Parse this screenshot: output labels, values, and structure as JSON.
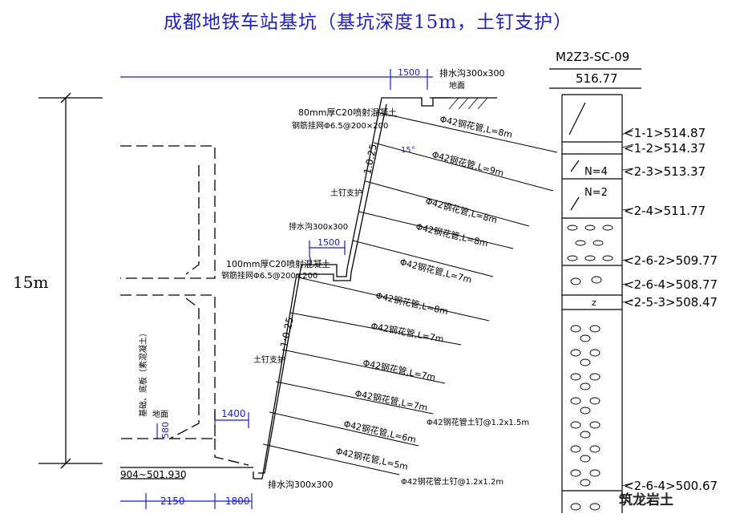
{
  "title": "成都地铁车站基坑（基坑深度15m，土钉支护）",
  "depth_label": "15m",
  "watermark": "筑龙岩土",
  "borehole": {
    "id": "M2Z3-SC-09",
    "top_elev": "516.77",
    "layers": [
      {
        "code": "<1-1>",
        "elev": "514.87"
      },
      {
        "code": "<1-2>",
        "elev": "514.37"
      },
      {
        "code": "<2-3>",
        "elev": "513.37",
        "n_value": "N=4"
      },
      {
        "code": "<2-4>",
        "elev": "511.77",
        "n_value": "N=2"
      },
      {
        "code": "<2-6-2>",
        "elev": "509.77"
      },
      {
        "code": "<2-6-4>",
        "elev": "508.77"
      },
      {
        "code": "<2-5-3>",
        "elev": "508.47"
      },
      {
        "code": "<2-6-4>",
        "elev": "500.67"
      }
    ]
  },
  "upper": {
    "berm_width": "1500",
    "drain": "排水沟300x300",
    "ground": "地面",
    "facing_1": "80mm厚C20喷射混凝土",
    "facing_2": "钢筋挂网Φ6.5@200×200",
    "slope": "1:0.25",
    "support": "土钉支护",
    "angle": "15°",
    "nails": [
      "Φ42钢花管,L=8m",
      "Φ42钢花管,L=9m",
      "Φ42钢花管,L=8m",
      "Φ42钢花管,L=8m",
      "Φ42钢花管,L=7m"
    ]
  },
  "lower": {
    "berm_width": "1500",
    "drain_mid": "排水沟300x300",
    "facing_1": "100mm厚C20喷射混凝土",
    "facing_2": "钢筋挂网Φ6.5@200×200",
    "slope": "1:0.25",
    "support": "土钉支护",
    "nails": [
      "Φ42钢花管,L=8m",
      "Φ42钢花管,L=7m",
      "Φ42钢花管,L=7m",
      "Φ42钢花管,L=7m",
      "Φ42钢花管,L=6m",
      "Φ42钢花管,L=5m"
    ],
    "lock_1": "Φ42钢花管土钉@1.2x1.5m",
    "lock_2": "Φ42钢花管土钉@1.2x1.2m",
    "drain_bottom": "排水沟300x300"
  },
  "structure": {
    "elev_range": "904~501.930",
    "dim_2150": "2150",
    "dim_1800": "1800",
    "dim_1400": "1400",
    "dim_580": "580",
    "floor_label": "地面",
    "vertical_note": "基础、底板（素混凝土）"
  }
}
